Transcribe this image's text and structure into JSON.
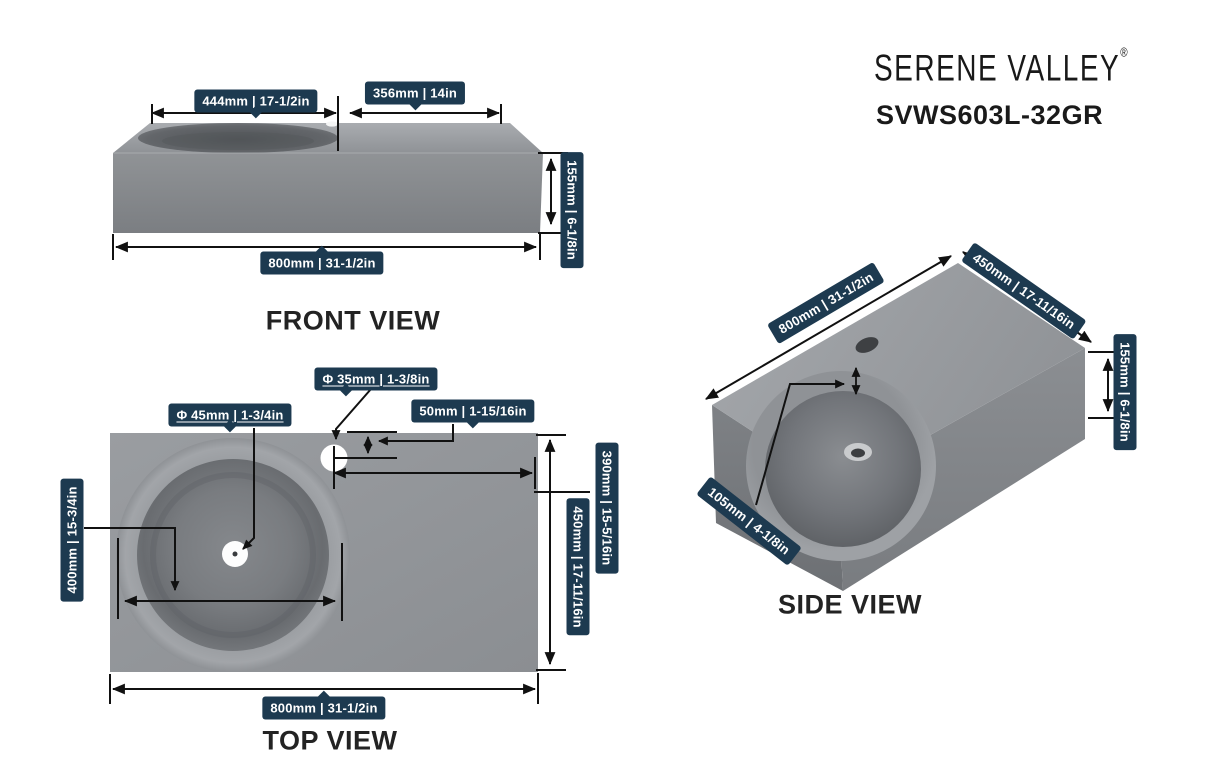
{
  "brand": {
    "name": "SERENE VALLEY",
    "registered": "®",
    "model": "SVWS603L-32GR"
  },
  "colors": {
    "label_bg": "#1d3a50",
    "label_text": "#ffffff",
    "dimension_line": "#111111",
    "title_text": "#232323",
    "sink_grey": "#8b8e92"
  },
  "views": {
    "front": {
      "title": "FRONT VIEW",
      "dims": {
        "basin_width": "444mm | 17-1/2in",
        "counter_width": "356mm | 14in",
        "height": "155mm | 6-1/8in",
        "total_width": "800mm | 31-1/2in"
      }
    },
    "top": {
      "title": "TOP VIEW",
      "dims": {
        "faucet_hole_diameter": "Φ 35mm | 1-3/8in",
        "drain_diameter": "Φ 45mm | 1-3/4in",
        "faucet_offset": "50mm | 1-15/16in",
        "faucet_to_edge": "390mm | 15-5/16in",
        "depth": "450mm | 17-11/16in",
        "basin_width": "400mm | 15-3/4in",
        "total_width": "800mm | 31-1/2in"
      }
    },
    "side": {
      "title": "SIDE VIEW",
      "dims": {
        "length": "800mm | 31-1/2in",
        "width": "450mm | 17-11/16in",
        "height": "155mm | 6-1/8in",
        "basin_depth": "105mm | 4-1/8in"
      }
    }
  }
}
